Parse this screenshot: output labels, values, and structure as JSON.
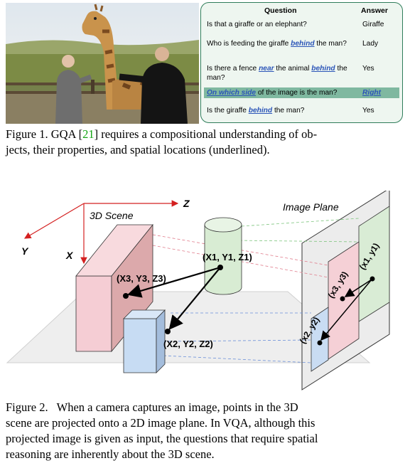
{
  "figure1": {
    "table": {
      "header_question": "Question",
      "header_answer": "Answer",
      "rows": [
        {
          "q_pre": "Is that a giraffe or an elephant?",
          "answer": "Giraffe"
        },
        {
          "q_pre": "Who is feeding the giraffe ",
          "q_hl1": "behind",
          "q_post": " the man?",
          "answer": "Lady"
        },
        {
          "q_pre": "Is there a fence ",
          "q_hl1": "near",
          "q_mid": " the animal ",
          "q_hl2": "behind",
          "q_post": " the man?",
          "answer": "Yes"
        },
        {
          "q_hl1": "On which side",
          "q_post": " of the image is the man?",
          "answer": "Right"
        },
        {
          "q_pre": "Is the giraffe ",
          "q_hl1": "behind",
          "q_post": " the man?",
          "answer": "Yes"
        }
      ]
    },
    "caption_line1_pre": "Figure 1. GQA [",
    "caption_ref": "21",
    "caption_line1_post": "] requires a compositional understanding of ob-",
    "caption_line2": "jects, their properties, and spatial locations (underlined)."
  },
  "figure2": {
    "diagram": {
      "axis_z": "Z",
      "axis_x": "X",
      "axis_y": "Y",
      "scene_label": "3D Scene",
      "plane_label": "Image Plane",
      "p1": "(X1, Y1, Z1)",
      "p2": "(X2, Y2, Z2)",
      "p3": "(X3, Y3, Z3)",
      "ip1": "(x1, y1)",
      "ip2": "(x2, y2)",
      "ip3": "(x3, y3)"
    },
    "caption_lines": [
      "Figure 2.   When a camera captures an image, points in the 3D",
      "scene are projected onto a 2D image plane. In VQA, although this",
      "projected image is given as input, the questions that require spatial",
      "reasoning are inherently about the 3D scene."
    ]
  }
}
